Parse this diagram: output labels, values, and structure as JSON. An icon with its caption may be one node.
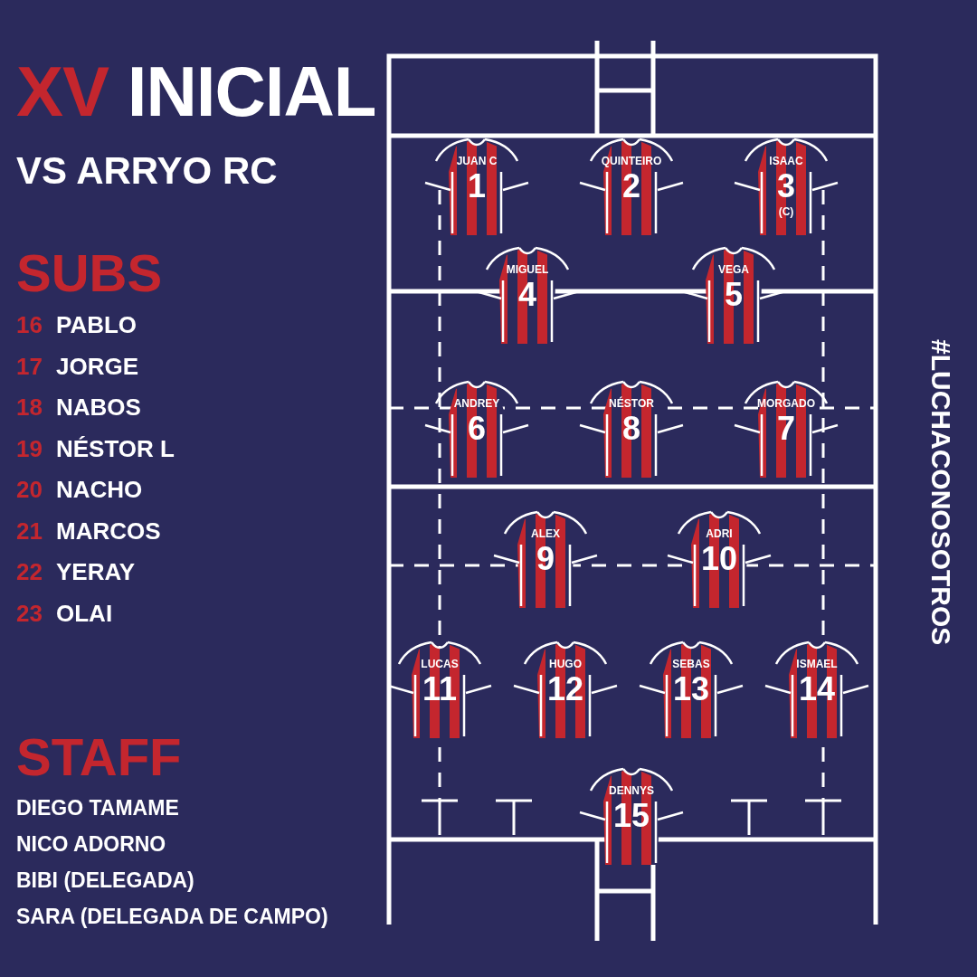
{
  "diagram": {
    "title": "XV INICIAL",
    "nodes": [
      {
        "text": [
          "JUAN C",
          "1"
        ]
      },
      {
        "text": [
          "QUINTEIRO",
          "2"
        ]
      },
      {
        "text": [
          "ISAAC",
          "3",
          "(C)"
        ]
      },
      {
        "text": [
          "MIGUEL",
          "4"
        ]
      },
      {
        "text": [
          "VEGA",
          "5"
        ]
      },
      {
        "text": [
          "ANDREY",
          "6"
        ]
      },
      {
        "text": [
          "NÉSTOR",
          "8"
        ]
      },
      {
        "text": [
          "MORGADO",
          "7"
        ]
      },
      {
        "text": [
          "ALEX",
          "9"
        ]
      },
      {
        "text": [
          "ADRI",
          "10"
        ]
      },
      {
        "text": [
          "LUCAS",
          "11"
        ]
      },
      {
        "text": [
          "HUGO",
          "12"
        ]
      },
      {
        "text": [
          "SEBAS",
          "13"
        ]
      },
      {
        "text": [
          "ISMAEL",
          "14"
        ]
      },
      {
        "text": [
          "DENNYS",
          "15"
        ]
      }
    ],
    "edges": [],
    "labels": [
      "VS ARRYO RC",
      "SUBS",
      "16",
      "PABLO",
      "17",
      "JORGE",
      "18",
      "NABOS",
      "19",
      "NÉSTOR L",
      "20",
      "NACHO",
      "21",
      "MARCOS",
      "22",
      "YERAY",
      "23",
      "OLAI",
      "STAFF",
      "DIEGO TAMAME",
      "NICO ADORNO",
      "BIBI (DELEGADA)",
      "SARA (DELEGADA DE CAMPO)",
      "#LUCHACONOSOTROS"
    ]
  }
}
